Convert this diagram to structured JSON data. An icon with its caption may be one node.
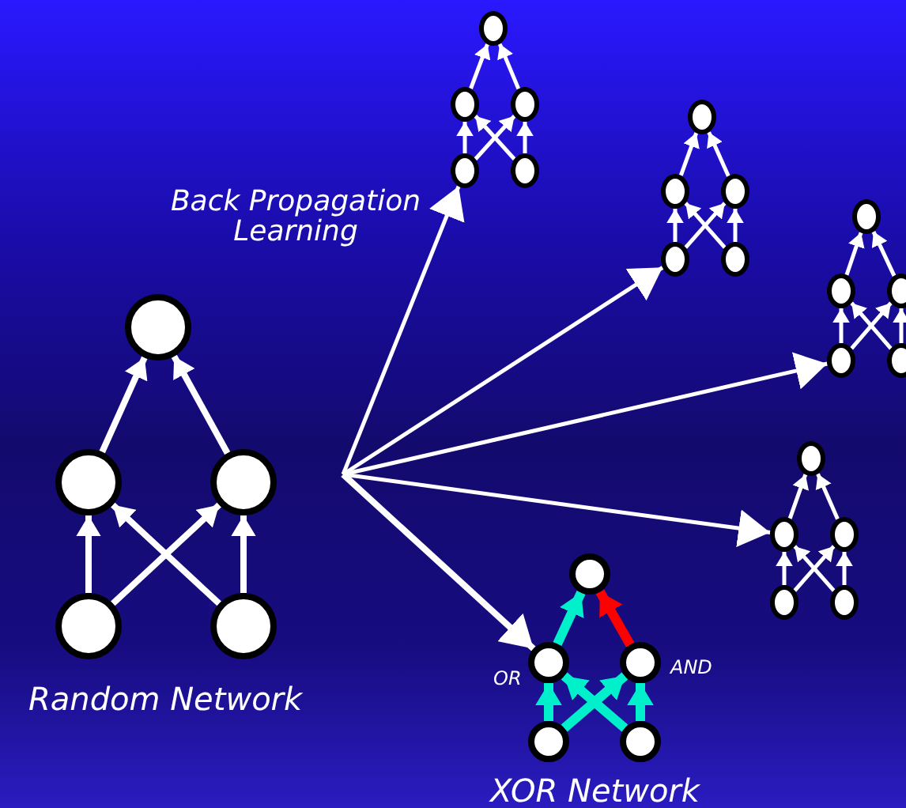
{
  "diagram": {
    "nodes": [
      {
        "text": [],
        "shape": "circle"
      },
      {
        "text": [],
        "shape": "circle"
      },
      {
        "text": [],
        "shape": "circle"
      },
      {
        "text": [],
        "shape": "circle"
      },
      {
        "text": [],
        "shape": "circle"
      },
      {
        "text": [],
        "shape": "circle"
      },
      {
        "text": [],
        "shape": "circle"
      },
      {
        "text": [],
        "shape": "circle"
      },
      {
        "text": [],
        "shape": "circle"
      },
      {
        "text": [],
        "shape": "circle"
      },
      {
        "text": [],
        "shape": "circle"
      },
      {
        "text": [],
        "shape": "circle"
      },
      {
        "text": [],
        "shape": "circle"
      },
      {
        "text": [],
        "shape": "circle"
      },
      {
        "text": [],
        "shape": "circle"
      },
      {
        "text": [],
        "shape": "circle"
      },
      {
        "text": [],
        "shape": "circle"
      },
      {
        "text": [],
        "shape": "circle"
      },
      {
        "text": [],
        "shape": "circle"
      },
      {
        "text": [],
        "shape": "circle"
      },
      {
        "text": [],
        "shape": "circle"
      },
      {
        "text": [],
        "shape": "circle"
      },
      {
        "text": [],
        "shape": "circle"
      },
      {
        "text": [],
        "shape": "circle"
      },
      {
        "text": [],
        "shape": "circle"
      },
      {
        "text": [],
        "shape": "circle"
      },
      {
        "text": [],
        "shape": "circle",
        "beside": [
          "OR"
        ]
      },
      {
        "text": [],
        "shape": "circle",
        "beside": [
          "AND"
        ]
      },
      {
        "text": [],
        "shape": "circle"
      },
      {
        "text": [],
        "shape": "circle"
      }
    ],
    "edges": [
      {
        "from": 1,
        "to": 0,
        "arrow": "to"
      },
      {
        "from": 2,
        "to": 0,
        "arrow": "to"
      },
      {
        "from": 3,
        "to": 1,
        "arrow": "to"
      },
      {
        "from": 4,
        "to": 1,
        "arrow": "to"
      },
      {
        "from": 3,
        "to": 2,
        "arrow": "to"
      },
      {
        "from": 4,
        "to": 2,
        "arrow": "to"
      },
      {
        "from": 6,
        "to": 5,
        "arrow": "to"
      },
      {
        "from": 7,
        "to": 5,
        "arrow": "to"
      },
      {
        "from": 8,
        "to": 6,
        "arrow": "to"
      },
      {
        "from": 9,
        "to": 6,
        "arrow": "to"
      },
      {
        "from": 8,
        "to": 7,
        "arrow": "to"
      },
      {
        "from": 9,
        "to": 7,
        "arrow": "to"
      },
      {
        "from": 11,
        "to": 10,
        "arrow": "to"
      },
      {
        "from": 12,
        "to": 10,
        "arrow": "to"
      },
      {
        "from": 13,
        "to": 11,
        "arrow": "to"
      },
      {
        "from": 14,
        "to": 11,
        "arrow": "to"
      },
      {
        "from": 13,
        "to": 12,
        "arrow": "to"
      },
      {
        "from": 14,
        "to": 12,
        "arrow": "to"
      },
      {
        "from": 16,
        "to": 15,
        "arrow": "to"
      },
      {
        "from": 17,
        "to": 15,
        "arrow": "to"
      },
      {
        "from": 18,
        "to": 16,
        "arrow": "to"
      },
      {
        "from": 19,
        "to": 16,
        "arrow": "to"
      },
      {
        "from": 18,
        "to": 17,
        "arrow": "to"
      },
      {
        "from": 19,
        "to": 17,
        "arrow": "to"
      },
      {
        "from": 21,
        "to": 20,
        "arrow": "to"
      },
      {
        "from": 22,
        "to": 20,
        "arrow": "to"
      },
      {
        "from": 23,
        "to": 21,
        "arrow": "to"
      },
      {
        "from": 24,
        "to": 21,
        "arrow": "to"
      },
      {
        "from": 23,
        "to": 22,
        "arrow": "to"
      },
      {
        "from": 24,
        "to": 22,
        "arrow": "to"
      },
      {
        "from": 26,
        "to": 25,
        "arrow": "to",
        "style": "thick",
        "color": "#00f0cc"
      },
      {
        "from": 27,
        "to": 25,
        "arrow": "to",
        "style": "thick",
        "color": "#ff0000"
      },
      {
        "from": 28,
        "to": 26,
        "arrow": "to",
        "style": "thick",
        "color": "#00f0cc"
      },
      {
        "from": 29,
        "to": 26,
        "arrow": "to",
        "style": "thick",
        "color": "#00f0cc"
      },
      {
        "from": 28,
        "to": 27,
        "arrow": "to",
        "style": "thick",
        "color": "#00f0cc"
      },
      {
        "from": 29,
        "to": 27,
        "arrow": "to",
        "style": "thick",
        "color": "#00f0cc"
      },
      {
        "from": null,
        "to": 8,
        "arrow": "to"
      },
      {
        "from": null,
        "to": 13,
        "arrow": "to"
      },
      {
        "from": null,
        "to": 18,
        "arrow": "to"
      },
      {
        "from": null,
        "to": 21,
        "arrow": "to"
      },
      {
        "from": null,
        "to": 26,
        "arrow": "to"
      }
    ],
    "labels": [
      "Back Propagation Learning",
      "Random Network",
      "XOR Network"
    ]
  }
}
